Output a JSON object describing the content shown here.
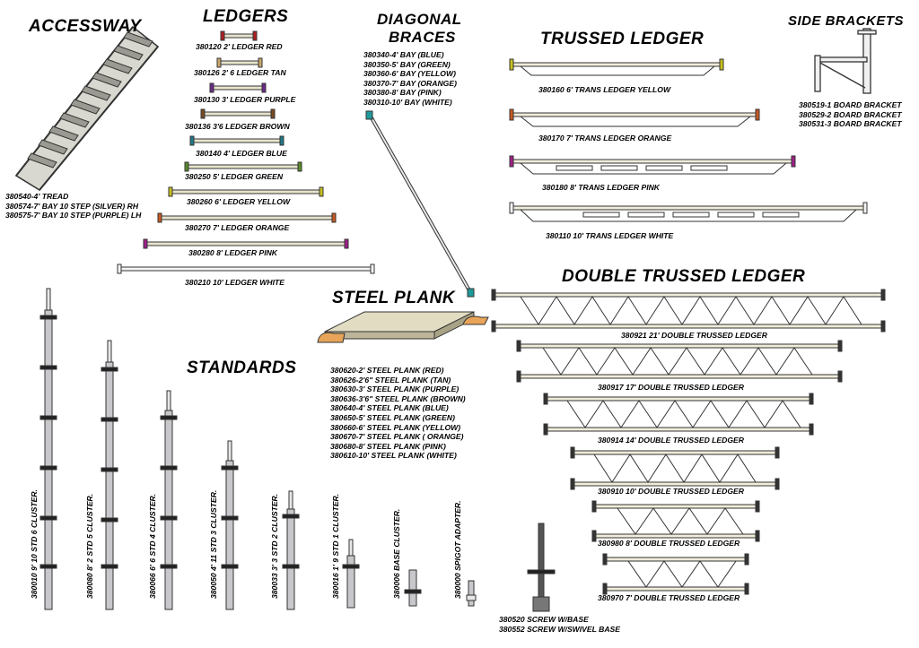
{
  "sections": {
    "accessway": {
      "title": "ACCESSWAY",
      "items": [
        "380540-4' TREAD",
        "380574-7' BAY 10 STEP (SILVER) RH",
        "380575-7' BAY 10 STEP (PURPLE) LH"
      ]
    },
    "ledgers": {
      "title": "LEDGERS",
      "items": [
        {
          "label": "380120  2' LEDGER RED",
          "color": "#b11f24"
        },
        {
          "label": "380126  2' 6 LEDGER TAN",
          "color": "#c9a86b"
        },
        {
          "label": "380130  3' LEDGER PURPLE",
          "color": "#6a2a8a"
        },
        {
          "label": "380136  3'6 LEDGER BROWN",
          "color": "#7a4a22"
        },
        {
          "label": "380140  4' LEDGER BLUE",
          "color": "#1f7a8a"
        },
        {
          "label": "380250  5' LEDGER GREEN",
          "color": "#5a8a2a"
        },
        {
          "label": "380260  6' LEDGER YELLOW",
          "color": "#c8c020"
        },
        {
          "label": "380270  7' LEDGER ORANGE",
          "color": "#c85a20"
        },
        {
          "label": "380280  8' LEDGER PINK",
          "color": "#a0208a"
        },
        {
          "label": "380210  10' LEDGER WHITE",
          "color": "#f4f4f4"
        }
      ]
    },
    "diagonal_braces": {
      "title_line1": "DIAGONAL",
      "title_line2": "BRACES",
      "items": [
        "380340-4' BAY (BLUE)",
        "380350-5' BAY (GREEN)",
        "380360-6' BAY (YELLOW)",
        "380370-7' BAY (ORANGE)",
        "380380-8' BAY (PINK)",
        "380310-10' BAY (WHITE)"
      ]
    },
    "trussed_ledger": {
      "title": "TRUSSED LEDGER",
      "items": [
        {
          "label": "380160  6' TRANS LEDGER YELLOW",
          "color": "#c8c020"
        },
        {
          "label": "380170  7' TRANS LEDGER ORANGE",
          "color": "#c85a20"
        },
        {
          "label": "380180  8' TRANS LEDGER PINK",
          "color": "#a0208a"
        },
        {
          "label": "380110  10' TRANS LEDGER WHITE",
          "color": "#f4f4f4"
        }
      ]
    },
    "side_brackets": {
      "title": "SIDE BRACKETS",
      "items": [
        "380519-1 BOARD BRACKET",
        "380529-2 BOARD BRACKET",
        "380531-3 BOARD BRACKET"
      ]
    },
    "steel_plank": {
      "title": "STEEL PLANK",
      "items": [
        "380620-2' STEEL PLANK (RED)",
        "380626-2'6\" STEEL PLANK (TAN)",
        "380630-3' STEEL PLANK (PURPLE)",
        "380636-3'6\" STEEL PLANK (BROWN)",
        "380640-4' STEEL PLANK (BLUE)",
        "380650-5' STEEL PLANK (GREEN)",
        "380660-6' STEEL PLANK (YELLOW)",
        "380670-7' STEEL PLANK ( ORANGE)",
        "380680-8' STEEL PLANK (PINK)",
        "380610-10' STEEL PLANK (WHITE)"
      ]
    },
    "double_trussed_ledger": {
      "title": "DOUBLE TRUSSED LEDGER",
      "items": [
        "380921  21' DOUBLE TRUSSED LEDGER",
        "380917  17' DOUBLE TRUSSED LEDGER",
        "380914  14' DOUBLE TRUSSED LEDGER",
        "380910  10' DOUBLE TRUSSED LEDGER",
        "380980  8' DOUBLE TRUSSED LEDGER",
        "380970  7' DOUBLE TRUSSED LEDGER"
      ]
    },
    "standards": {
      "title": "STANDARDS",
      "items": [
        "380010  9' 10 STD 6 CLUSTER.",
        "380080  8' 2 STD 5 CLUSTER.",
        "380066  6' 6 STD 4 CLUSTER.",
        "380050  4' 11 STD 3 CLUSTER.",
        "380033  3' 3 STD 2 CLUSTER.",
        "380016  1' 9 STD 1 CLUSTER.",
        "380006  BASE CLUSTER.",
        "380000  SPIGOT ADAPTER."
      ]
    },
    "screw": {
      "items": [
        "380520 SCREW W/BASE",
        "380552 SCREW W/SWIVEL BASE"
      ]
    }
  }
}
